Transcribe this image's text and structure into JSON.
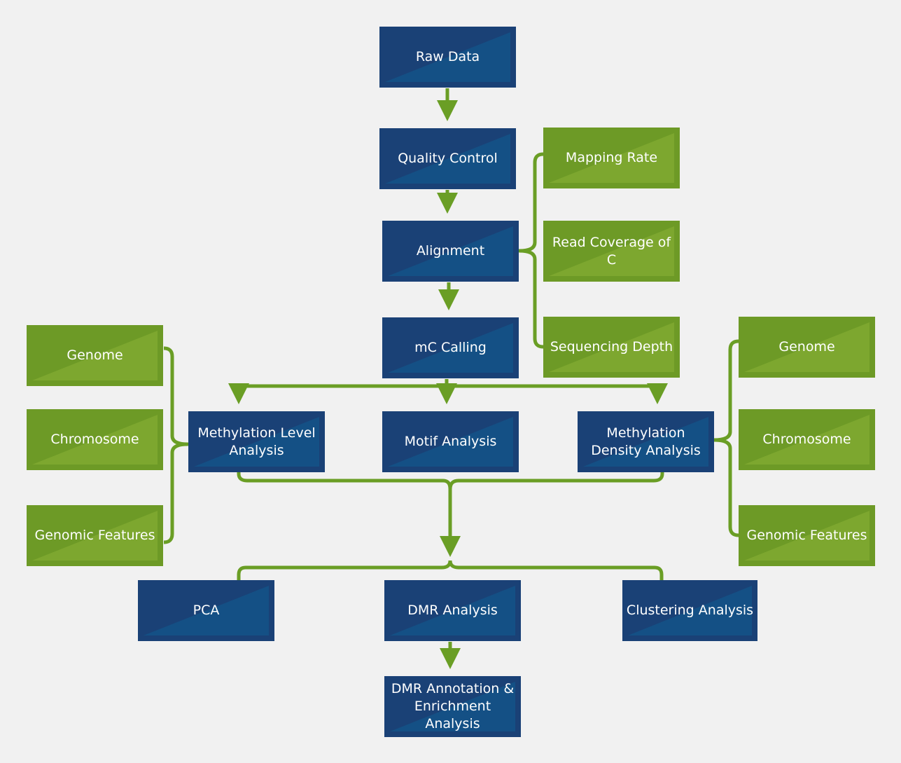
{
  "colors": {
    "background": "#f1f1f1",
    "process_box": "#1a4176",
    "metric_box": "#6d9a26",
    "connector": "#6a9e25",
    "text": "#ffffff"
  },
  "nodes": {
    "raw_data": "Raw Data",
    "quality_control": "Quality Control",
    "alignment": "Alignment",
    "mc_calling": "mC Calling",
    "mapping_rate": "Mapping Rate",
    "read_coverage": "Read Coverage of C",
    "sequencing_depth": "Sequencing Depth",
    "left_genome": "Genome",
    "left_chromosome": "Chromosome",
    "left_genomic_features": "Genomic Features",
    "right_genome": "Genome",
    "right_chromosome": "Chromosome",
    "right_genomic_features": "Genomic Features",
    "methylation_level": "Methylation Level Analysis",
    "motif_analysis": "Motif Analysis",
    "methylation_density": "Methylation Density Analysis",
    "pca": "PCA",
    "dmr_analysis": "DMR Analysis",
    "clustering_analysis": "Clustering Analysis",
    "dmr_annotation": "DMR Annotation & Enrichment Analysis"
  }
}
